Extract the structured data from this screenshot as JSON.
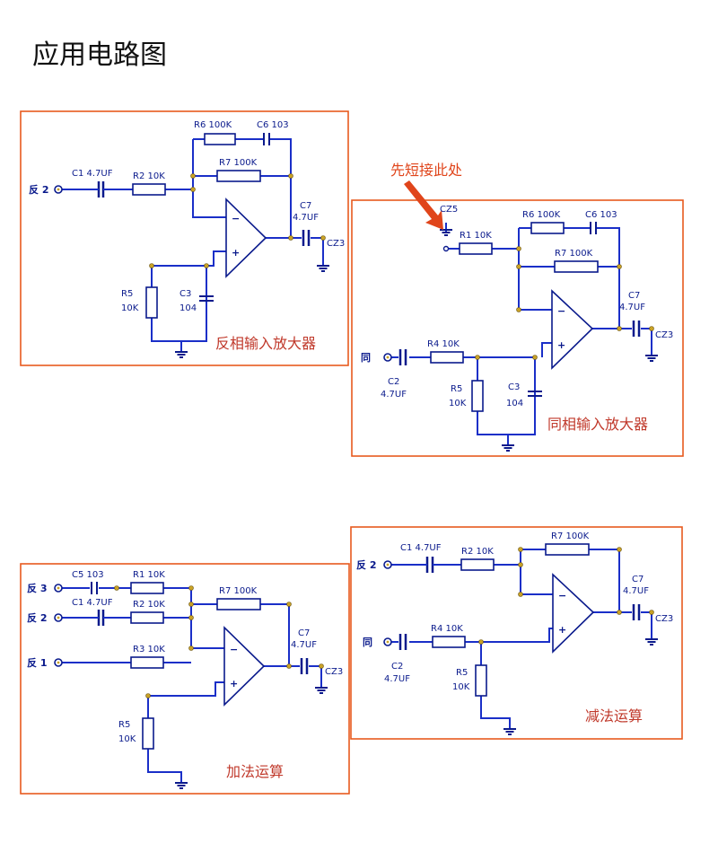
{
  "page_title": "应用电路图",
  "note": "先短接此处",
  "circuits": {
    "inverting": {
      "caption": "反相输入放大器",
      "labels": [
        "反 2",
        "C1 4.7UF",
        "R2 10K",
        "R6 100K",
        "C6 103",
        "R7 100K",
        "C7",
        "4.7UF",
        "CZ3",
        "R5",
        "10K",
        "C3",
        "104"
      ]
    },
    "noninverting": {
      "caption": "同相输入放大器",
      "labels": [
        "CZ5",
        "R1 10K",
        "R6 100K",
        "C6 103",
        "R7 100K",
        "C7",
        "4.7UF",
        "CZ3",
        "同",
        "R4 10K",
        "C2",
        "4.7UF",
        "R5",
        "10K",
        "C3",
        "104"
      ]
    },
    "adder": {
      "caption": "加法运算",
      "labels": [
        "反 3",
        "C5 103",
        "R1 10K",
        "反 2",
        "C1 4.7UF",
        "R2 10K",
        "反 1",
        "R3 10K",
        "R7 100K",
        "C7",
        "4.7UF",
        "CZ3",
        "R5",
        "10K"
      ]
    },
    "subtractor": {
      "caption": "减法运算",
      "labels": [
        "反 2",
        "C1 4.7UF",
        "R2 10K",
        "R7 100K",
        "C7",
        "4.7UF",
        "CZ3",
        "同",
        "R4 10K",
        "C2",
        "4.7UF",
        "R5",
        "10K"
      ]
    }
  }
}
